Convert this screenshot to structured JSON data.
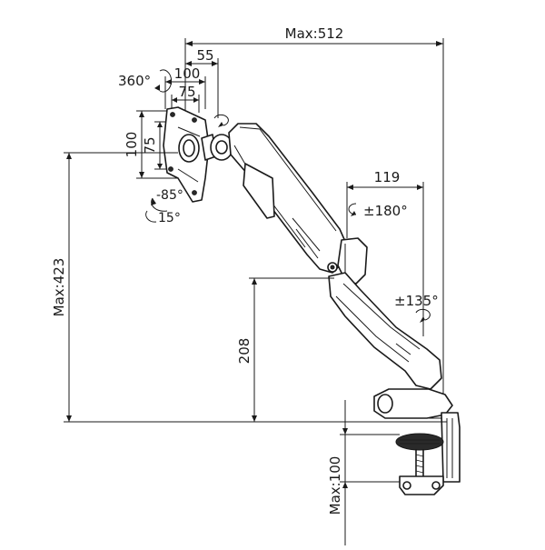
{
  "diagram": {
    "dimensions": {
      "max_reach": "Max:512",
      "offset_55": "55",
      "vesa_100_h": "100",
      "vesa_75_h": "75",
      "vesa_100_v": "100",
      "vesa_75_v": "75",
      "rotate_360": "360°",
      "tilt_down": "-85°",
      "tilt_up": "15°",
      "arm_119": "119",
      "swivel_180": "±180°",
      "swivel_135": "±135°",
      "max_height": "Max:423",
      "pole_height": "208",
      "clamp_max": "Max:100"
    },
    "colors": {
      "line": "#1a1a1a",
      "background": "#ffffff"
    }
  }
}
